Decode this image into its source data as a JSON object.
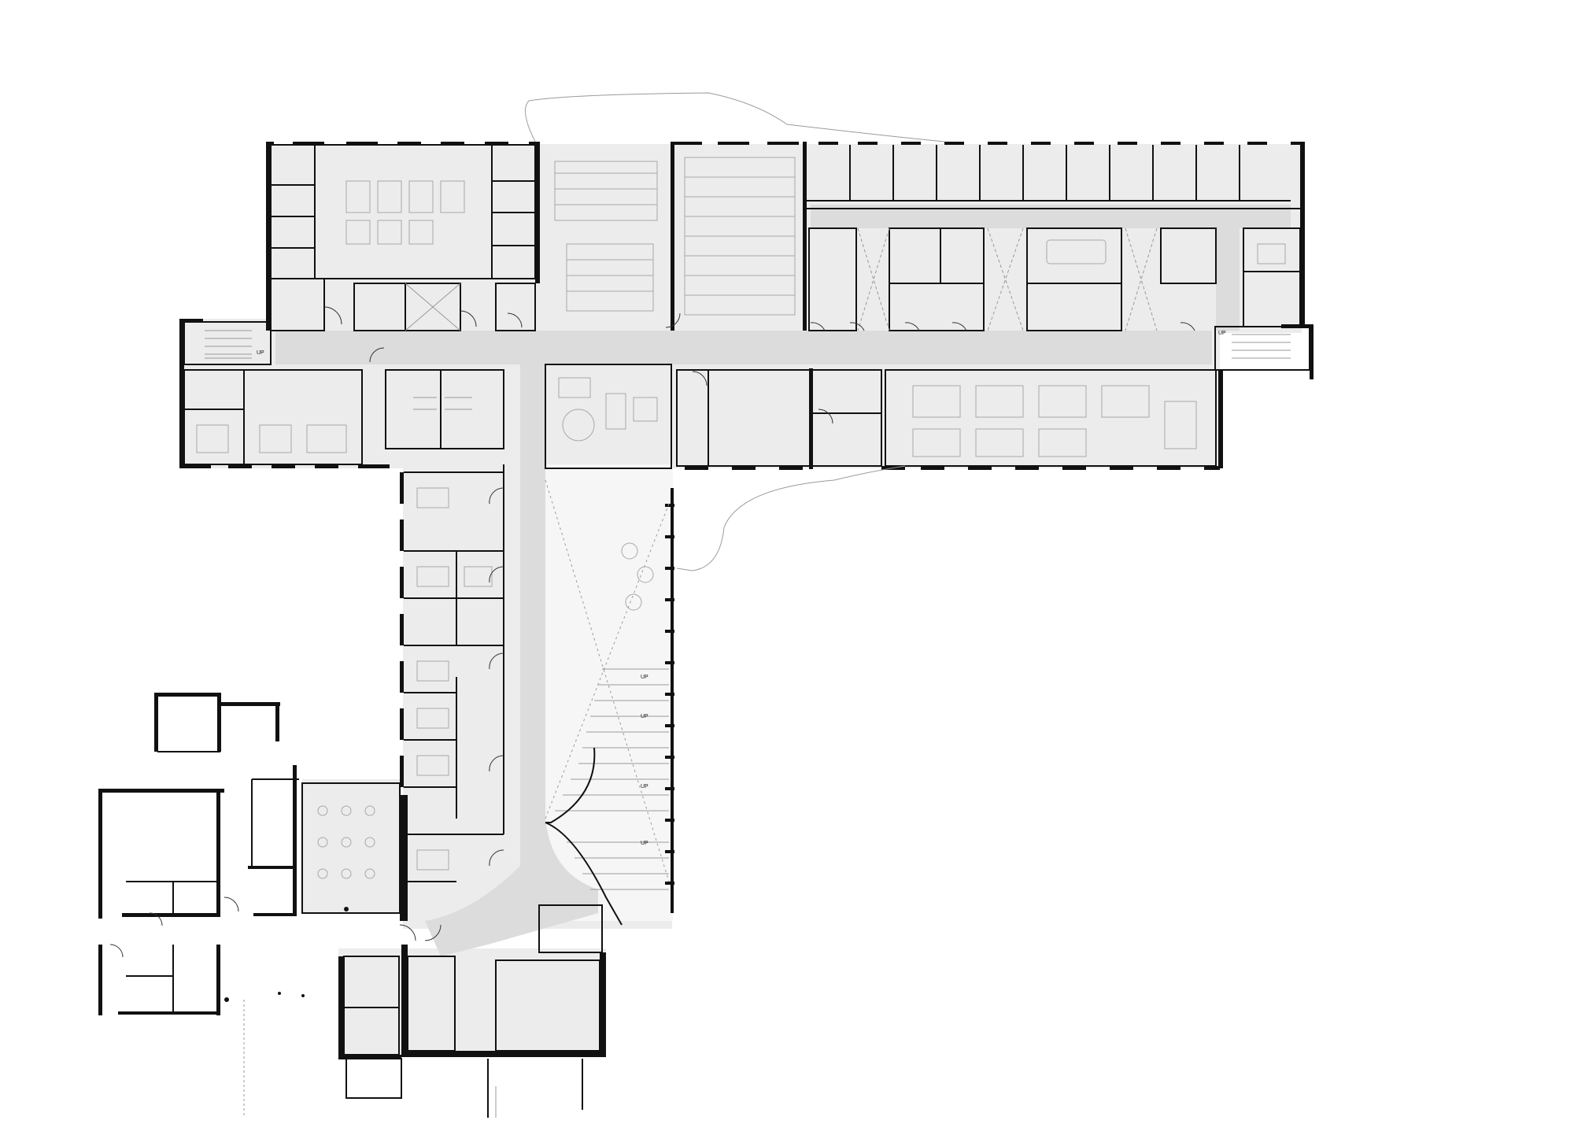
{
  "labels": {
    "up_west_stair": "UP",
    "up_east_stair": "UP",
    "up_ramp_1": "UP",
    "up_ramp_2": "UP",
    "up_ramp_3": "UP",
    "up_ramp_4": "UP"
  },
  "colors": {
    "wall": "#111111",
    "room_fill": "#ececec",
    "corridor_fill": "#dcdcdc",
    "furniture": "#a8a8a8"
  }
}
